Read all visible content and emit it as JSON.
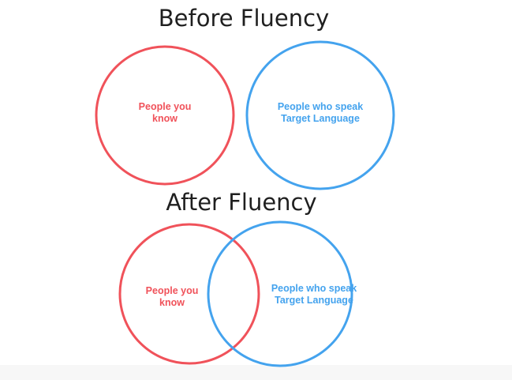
{
  "colors": {
    "red": "#f0525a",
    "blue": "#44a3ee",
    "title_text": "#1f1f1f"
  },
  "before": {
    "title": "Before Fluency",
    "people_you_know": [
      "People you",
      "know"
    ],
    "target_speakers": [
      "People who speak",
      "Target Language"
    ]
  },
  "after": {
    "title": "After Fluency",
    "people_you_know": [
      "People you",
      "know"
    ],
    "target_speakers": [
      "People who speak",
      "Target Language"
    ]
  }
}
